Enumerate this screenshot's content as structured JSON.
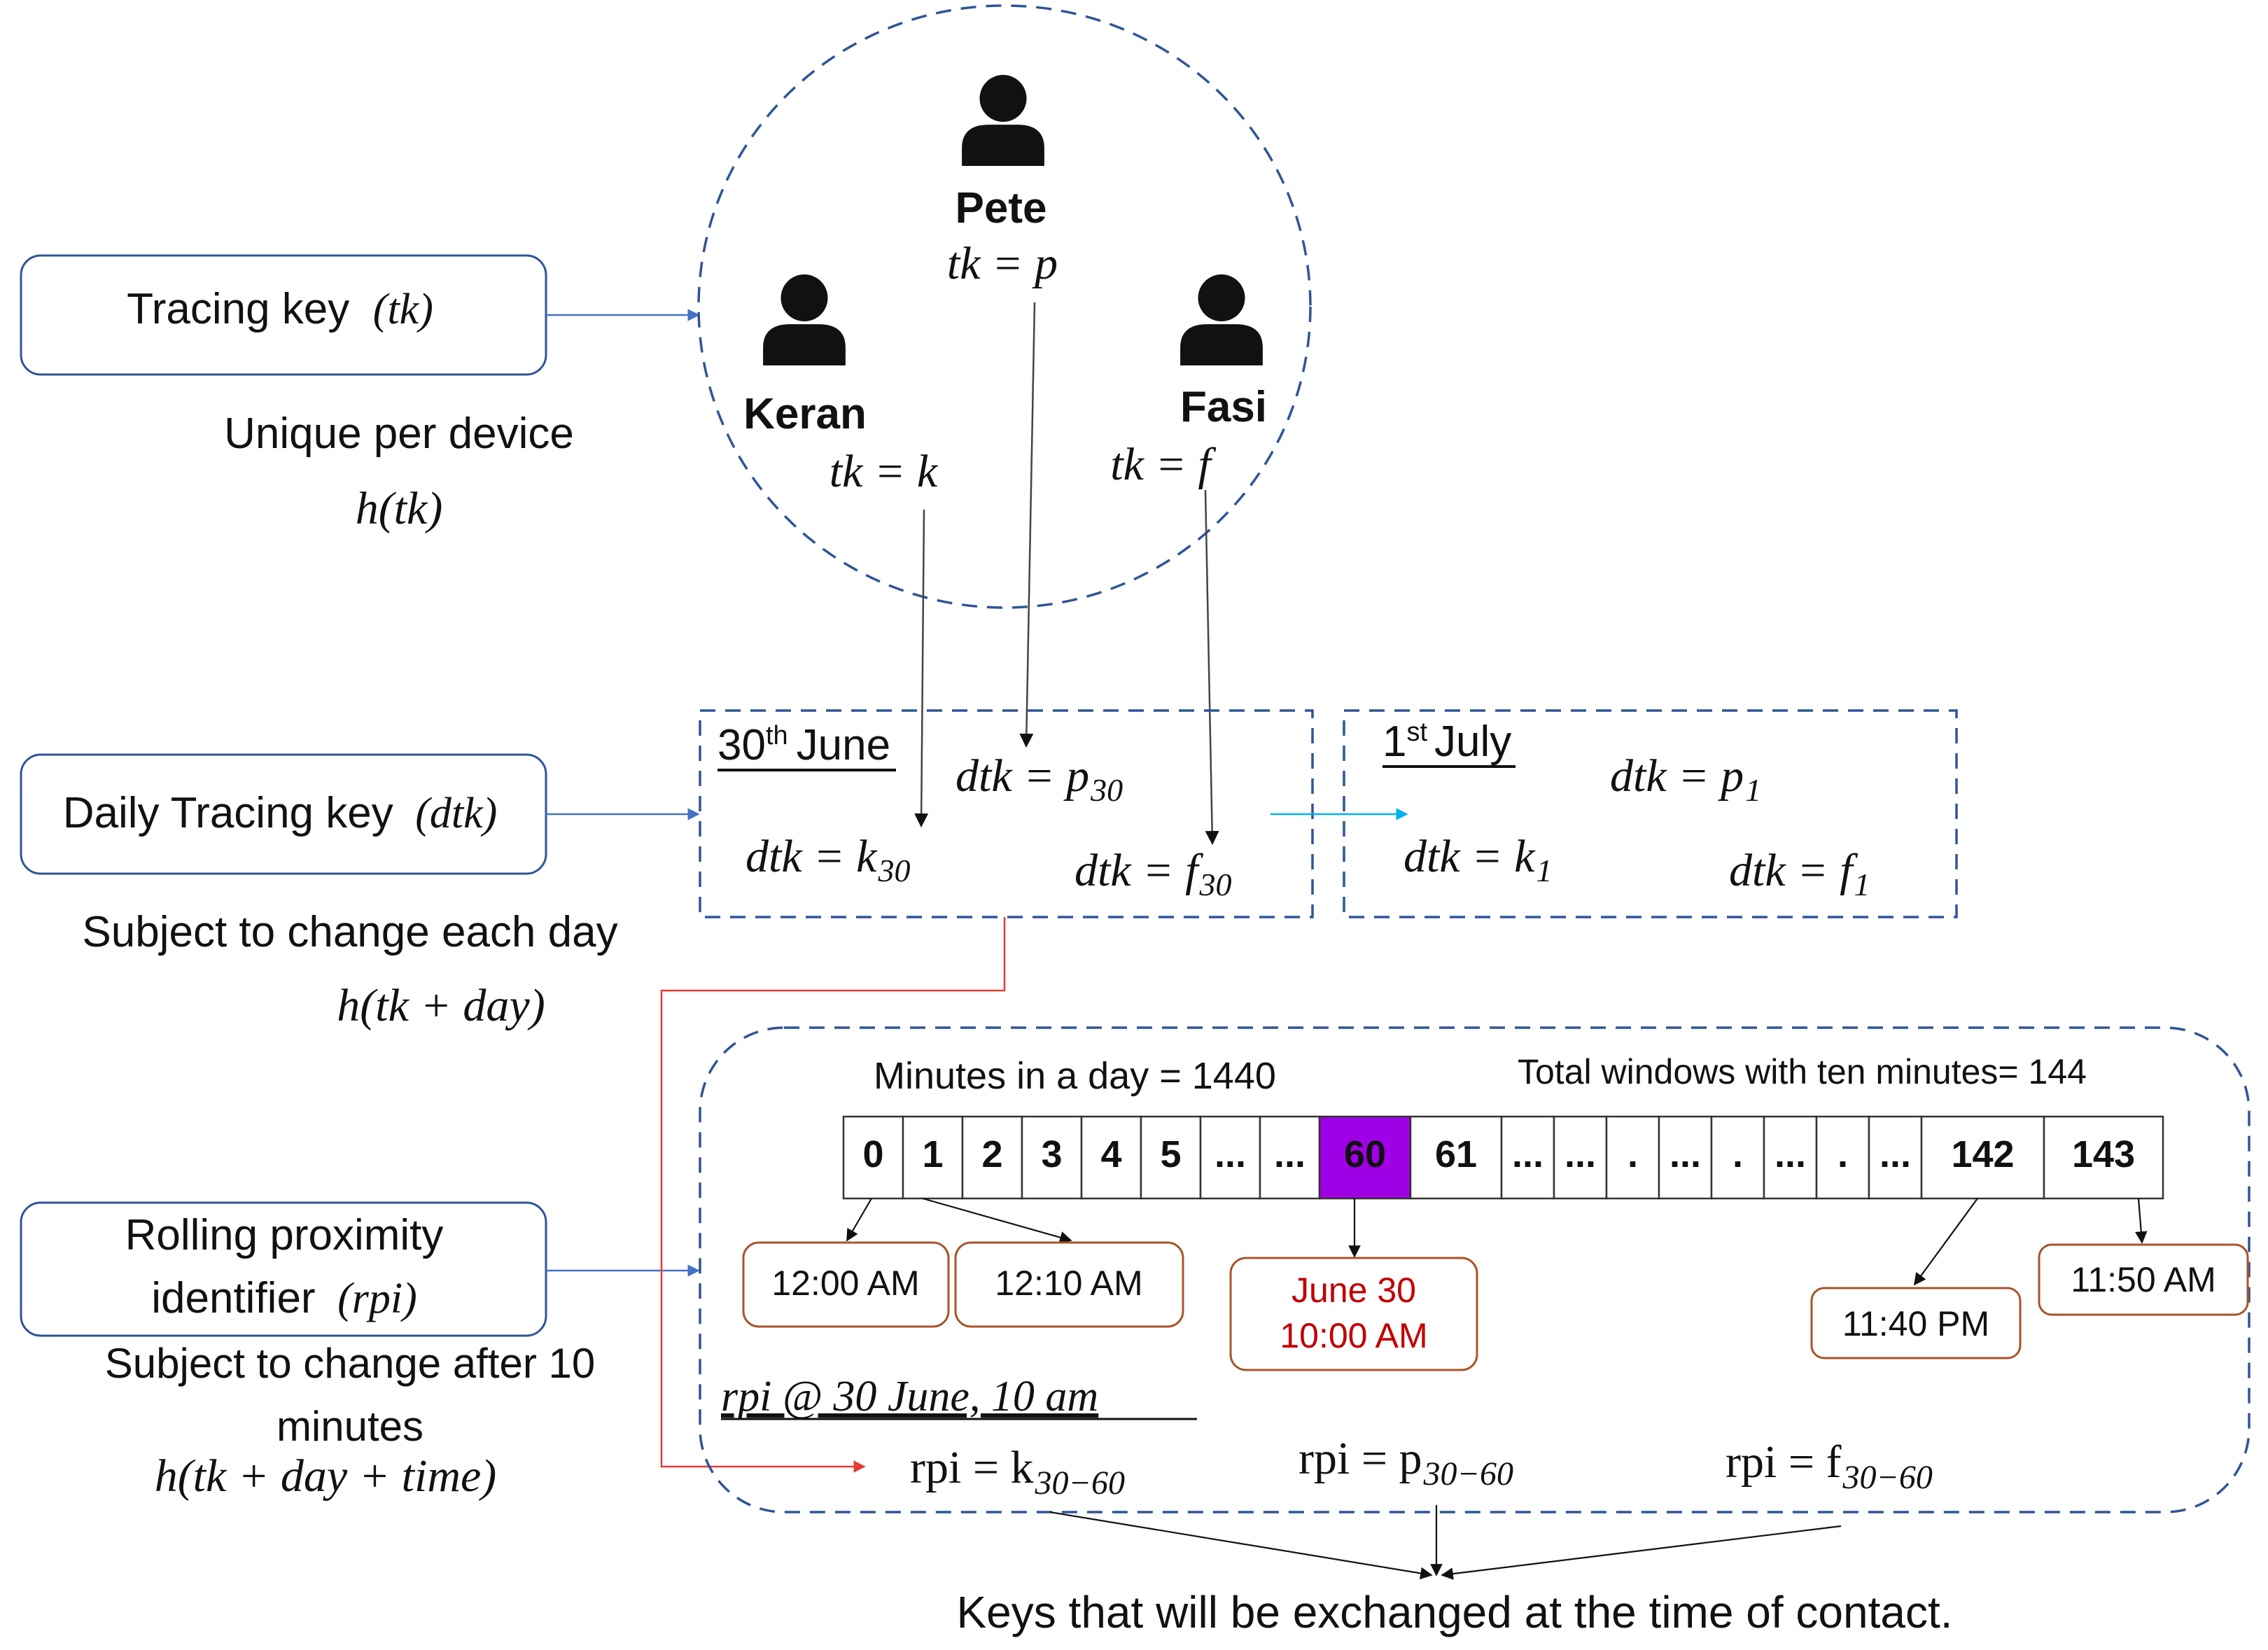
{
  "colors": {
    "dashed": "#2f5597",
    "connector": "#4472c4",
    "red_line": "#e53935",
    "cyan_arrow": "#00b0f0",
    "highlight_cell": "#a000e6",
    "time_box": "#a9542a",
    "june_text": "#c00000"
  },
  "left_labels": {
    "tracing_key": {
      "label": "Tracing key",
      "var": "(tk)"
    },
    "tracing_note": "Unique per device",
    "tracing_formula": "h(tk)",
    "daily_key": {
      "label": "Daily Tracing key",
      "var": "(dtk)"
    },
    "daily_note": "Subject to change each day",
    "daily_formula": "h(tk + day)",
    "rpi_key": {
      "line1": "Rolling proximity",
      "line2": "identifier",
      "var": "(rpi)"
    },
    "rpi_note_line1": "Subject to change after 10",
    "rpi_note_line2": "minutes",
    "rpi_formula": "h(tk + day + time)"
  },
  "people": [
    {
      "name": "Pete",
      "key": "tk = p"
    },
    {
      "name": "Keran",
      "key": "tk = k"
    },
    {
      "name": "Fasi",
      "key": "tk = f"
    }
  ],
  "day1": {
    "date_num": "30",
    "date_sup": "th",
    "date_month": "June",
    "p": {
      "base": "dtk = p",
      "sub": "30"
    },
    "k": {
      "base": "dtk = k",
      "sub": "30"
    },
    "f": {
      "base": "dtk = f",
      "sub": "30"
    }
  },
  "day2": {
    "date_num": "1",
    "date_sup": "st",
    "date_month": "July",
    "p": {
      "base": "dtk = p",
      "sub": "1"
    },
    "k": {
      "base": "dtk = k",
      "sub": "1"
    },
    "f": {
      "base": "dtk = f",
      "sub": "1"
    }
  },
  "rpi_panel": {
    "minutes_label": "Minutes in a day = 1440",
    "windows_label": "Total windows with ten minutes= 144",
    "cells": [
      "0",
      "1",
      "2",
      "3",
      "4",
      "5",
      "...",
      "...",
      "60",
      "61",
      "...",
      "...",
      ".",
      "...",
      ".",
      "...",
      ".",
      "...",
      "142",
      "143"
    ],
    "highlight_index": 8,
    "times": {
      "t0": "12:00 AM",
      "t1": "12:10 AM",
      "t60_line1": "June 30",
      "t60_line2": "10:00 AM",
      "t142": "11:40 PM",
      "t143": "11:50 AM"
    },
    "rpi_heading": "rpi @ 30 June, 10 am",
    "rpi_k": {
      "base": "rpi = k",
      "sub": "30−60"
    },
    "rpi_p": {
      "base": "rpi = p",
      "sub": "30−60"
    },
    "rpi_f": {
      "base": "rpi = f",
      "sub": "30−60"
    }
  },
  "footer": "Keys that will be exchanged at the time of contact."
}
